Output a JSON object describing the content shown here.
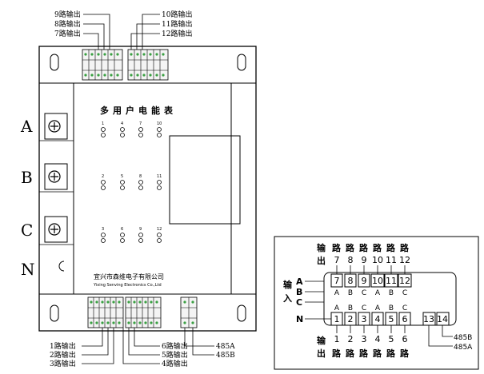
{
  "meter": {
    "title": "多用户电能表",
    "company_cn": "宜兴市森维电子有限公司",
    "company_en": "Yixing Senving Electronics Co.,Ltd",
    "phases": [
      "A",
      "B",
      "C",
      "N"
    ],
    "led_labels": [
      "1",
      "4",
      "7",
      "10",
      "2",
      "5",
      "8",
      "11",
      "3",
      "6",
      "9",
      "12"
    ],
    "top_left_outputs": [
      "9路输出",
      "8路输出",
      "7路输出"
    ],
    "top_right_outputs": [
      "10路输出",
      "11路输出",
      "12路输出"
    ],
    "bottom_left_outputs": [
      "1路输出",
      "2路输出",
      "3路输出"
    ],
    "bottom_mid_outputs": [
      "6路输出",
      "5路输出",
      "4路输出"
    ],
    "bottom_right_outputs": [
      "485A",
      "485B"
    ]
  },
  "wiring": {
    "top_char_1": "输",
    "top_char_2": "出",
    "top_road": [
      "路",
      "路",
      "路",
      "路",
      "路",
      "路"
    ],
    "top_numbers": [
      "7",
      "8",
      "9",
      "10",
      "11",
      "12"
    ],
    "top_boxes": [
      "7",
      "8",
      "9",
      "10",
      "11",
      "12"
    ],
    "top_abc": [
      "A",
      "B",
      "C",
      "A",
      "B",
      "C"
    ],
    "input_char_1": "输",
    "input_char_2": "入",
    "input_phases": [
      "A",
      "B",
      "C"
    ],
    "n_label": "N",
    "bottom_abc": [
      "A",
      "B",
      "C",
      "A",
      "B",
      "C"
    ],
    "bottom_boxes": [
      "1",
      "2",
      "3",
      "4",
      "5",
      "6",
      "13",
      "14"
    ],
    "bottom_numbers": [
      "1",
      "2",
      "3",
      "4",
      "5",
      "6"
    ],
    "bottom_road": [
      "路",
      "路",
      "路",
      "路",
      "路",
      "路"
    ],
    "bottom_char_1": "输",
    "bottom_char_2": "出",
    "label_485b": "485B",
    "label_485a": "485A"
  }
}
